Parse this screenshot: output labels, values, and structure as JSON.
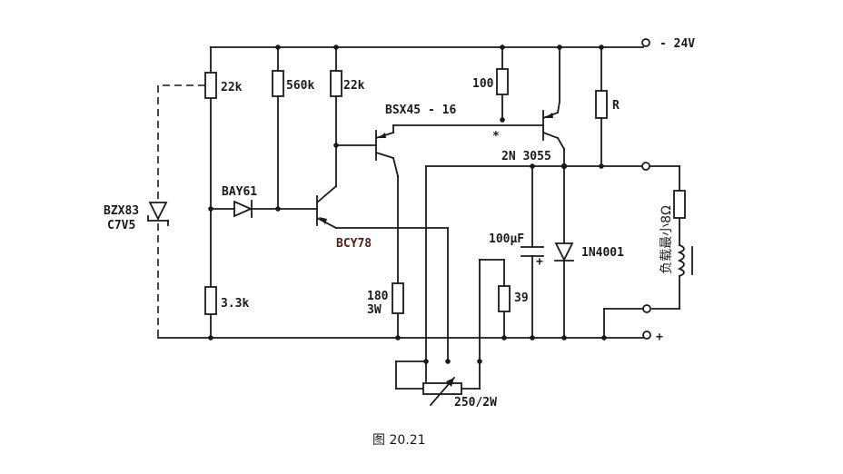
{
  "terminals": {
    "neg24": "- 24V",
    "pos": "+"
  },
  "resistors": {
    "r22k_a": "22k",
    "r560k": "560k",
    "r22k_b": "22k",
    "r100": "100",
    "r_r": "R",
    "r3k3": "3.3k",
    "r180_value": "180",
    "r180_power": "3W",
    "r39": "39",
    "load": "负载最小8Ω"
  },
  "semiconductors": {
    "zener_part": "BZX83",
    "zener_code": "C7V5",
    "diode_bay": "BAY61",
    "q_bsx": "BSX45 - 16",
    "q_bcy": "BCY78",
    "q_2n": "2N 3055",
    "diode_1n": "1N4001",
    "asterisk": "*"
  },
  "others": {
    "cap_value": "100μF",
    "cap_polarity": "+",
    "pot": "250/2W"
  },
  "caption": "图 20.21",
  "colors": {
    "ink": "#1a1a1a",
    "bcy_label": "#5a1a1a"
  }
}
